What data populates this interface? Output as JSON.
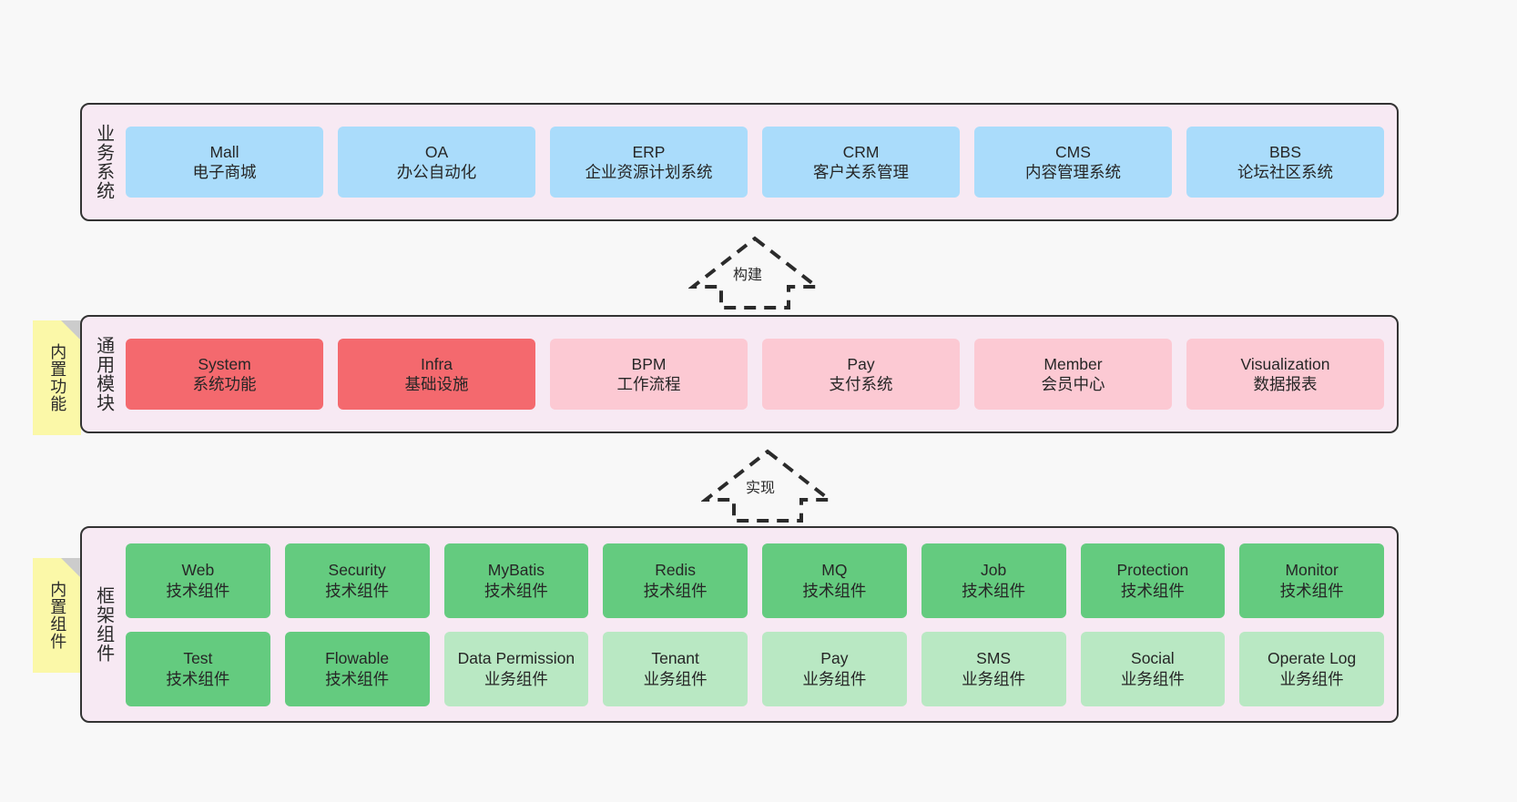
{
  "diagram": {
    "background": "#f8f8f8",
    "panel_fill": "#f7e9f3",
    "panel_border": "#333333"
  },
  "layers": [
    {
      "id": "business",
      "title": "业务系统",
      "node_color": "#aadcfb",
      "nodes": [
        {
          "name": "Mall",
          "sub": "电子商城"
        },
        {
          "name": "OA",
          "sub": "办公自动化"
        },
        {
          "name": "ERP",
          "sub": "企业资源计划系统"
        },
        {
          "name": "CRM",
          "sub": "客户关系管理"
        },
        {
          "name": "CMS",
          "sub": "内容管理系统"
        },
        {
          "name": "BBS",
          "sub": "论坛社区系统"
        }
      ]
    },
    {
      "id": "modules",
      "title": "通用模块",
      "note": "内置功能",
      "note_color": "#fbf8a8",
      "strong_color": "#f4696e",
      "light_color": "#fcc9d3",
      "nodes": [
        {
          "name": "System",
          "sub": "系统功能",
          "emphasis": "strong"
        },
        {
          "name": "Infra",
          "sub": "基础设施",
          "emphasis": "strong"
        },
        {
          "name": "BPM",
          "sub": "工作流程",
          "emphasis": "light"
        },
        {
          "name": "Pay",
          "sub": "支付系统",
          "emphasis": "light"
        },
        {
          "name": "Member",
          "sub": "会员中心",
          "emphasis": "light"
        },
        {
          "name": "Visualization",
          "sub": "数据报表",
          "emphasis": "light"
        }
      ]
    },
    {
      "id": "framework",
      "title": "框架组件",
      "note": "内置组件",
      "note_color": "#fbf8a8",
      "tech_color": "#64cb7f",
      "biz_color": "#b9e8c3",
      "rows": [
        [
          {
            "name": "Web",
            "sub": "技术组件",
            "kind": "tech"
          },
          {
            "name": "Security",
            "sub": "技术组件",
            "kind": "tech"
          },
          {
            "name": "MyBatis",
            "sub": "技术组件",
            "kind": "tech"
          },
          {
            "name": "Redis",
            "sub": "技术组件",
            "kind": "tech"
          },
          {
            "name": "MQ",
            "sub": "技术组件",
            "kind": "tech"
          },
          {
            "name": "Job",
            "sub": "技术组件",
            "kind": "tech"
          },
          {
            "name": "Protection",
            "sub": "技术组件",
            "kind": "tech"
          },
          {
            "name": "Monitor",
            "sub": "技术组件",
            "kind": "tech"
          }
        ],
        [
          {
            "name": "Test",
            "sub": "技术组件",
            "kind": "tech"
          },
          {
            "name": "Flowable",
            "sub": "技术组件",
            "kind": "tech"
          },
          {
            "name": "Data Permission",
            "sub": "业务组件",
            "kind": "biz",
            "wrap": true
          },
          {
            "name": "Tenant",
            "sub": "业务组件",
            "kind": "biz"
          },
          {
            "name": "Pay",
            "sub": "业务组件",
            "kind": "biz"
          },
          {
            "name": "SMS",
            "sub": "业务组件",
            "kind": "biz"
          },
          {
            "name": "Social",
            "sub": "业务组件",
            "kind": "biz"
          },
          {
            "name": "Operate Log",
            "sub": "业务组件",
            "kind": "biz"
          }
        ]
      ]
    }
  ],
  "connectors": [
    {
      "id": "build",
      "label": "构建",
      "style": "dashed-hollow-arrow-up"
    },
    {
      "id": "implement",
      "label": "实现",
      "style": "dashed-hollow-arrow-up"
    }
  ]
}
